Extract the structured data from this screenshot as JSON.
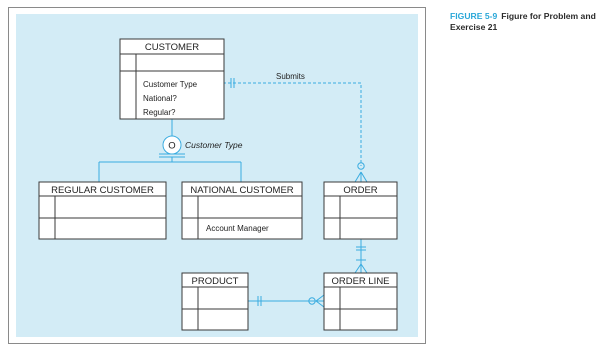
{
  "caption": {
    "figure_number": "FIGURE 5-9",
    "text": "Figure for Problem and Exercise 21"
  },
  "entities": {
    "customer": {
      "name": "CUSTOMER",
      "attributes": [
        "Customer Type",
        "National?",
        "Regular?"
      ]
    },
    "regular_customer": {
      "name": "REGULAR CUSTOMER"
    },
    "national_customer": {
      "name": "NATIONAL CUSTOMER",
      "attributes": [
        "Account Manager"
      ]
    },
    "order": {
      "name": "ORDER"
    },
    "product": {
      "name": "PRODUCT"
    },
    "order_line": {
      "name": "ORDER LINE"
    }
  },
  "relationships": {
    "submits": "Submits",
    "subtype_discriminator": "Customer Type",
    "disjoint_symbol": "O"
  },
  "colors": {
    "panel": "#d3ecf6",
    "line": "#3aace0",
    "box_border": "#3a3a3a",
    "caption_accent": "#2aa7d8"
  }
}
